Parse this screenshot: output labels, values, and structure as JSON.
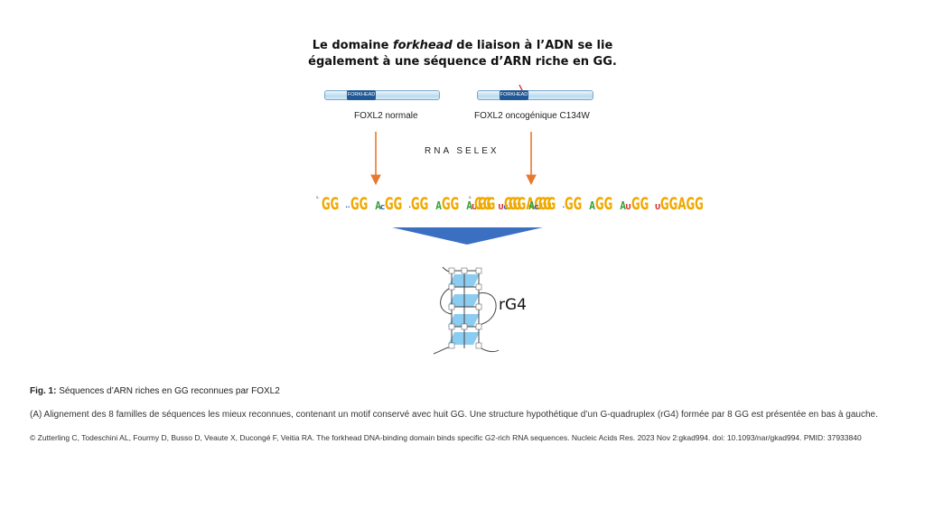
{
  "figure": {
    "title_part1": "Le domaine ",
    "title_italic": "forkhead",
    "title_part2": " de liaison à l’ADN se lie",
    "title_line2": "également à une séquence d’ARN riche en GG."
  },
  "proteins": [
    {
      "domain_label": "FORKHEAD",
      "name": "FOXL2 normale"
    },
    {
      "domain_label": "FORKHEAD",
      "name": "FOXL2 oncogénique C134W"
    }
  ],
  "method_label": "RNA SELEX",
  "logos": {
    "left": "GG··GGAC·GG·GGAA·GGAU·GG·C·GGAGG",
    "right": "GG·UGGAC·GG·GGAA·GGAUGG·U·GGAGG",
    "axis_tick": "0-"
  },
  "structure_label": "rG4",
  "caption": {
    "fig_label": "Fig. 1:",
    "fig_title": " Séquences d’ARN riches en GG reconnues par FOXL2",
    "body": "(A) Alignement des 8 familles de séquences les mieux reconnues, contenant un motif conservé avec huit GG. Une structure hypothétique d’un G-quadruplex (rG4) formée par 8 GG est présentée en bas à gauche.",
    "reference": "© Zutterling C, Todeschini AL, Fourmy D, Busso D, Veaute X, Ducongé F, Veitia RA. The forkhead DNA-binding domain binds specific G2-rich RNA sequences. Nucleic Acids Res. 2023 Nov 2:gkad994. doi: 10.1093/nar/gkad994.  PMID: 37933840"
  },
  "colors": {
    "arrow": "#e8782e",
    "triangle": "#3a6fc2",
    "quartet": "#7fc6ef"
  }
}
